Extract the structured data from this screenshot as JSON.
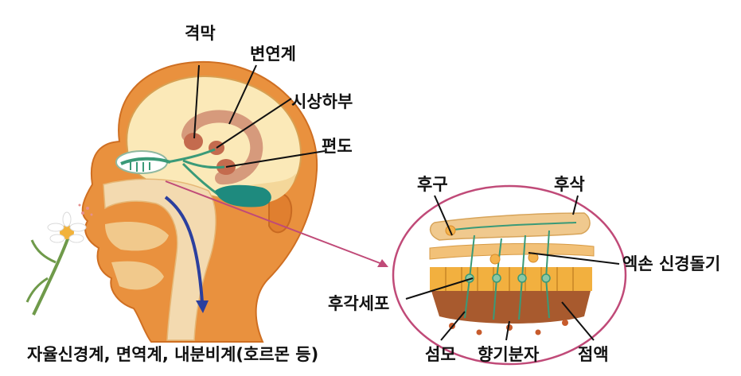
{
  "labels": {
    "diaphragm": "격막",
    "limbic_system": "변연계",
    "hypothalamus": "시상하부",
    "amygdala": "편도",
    "olfactory_bulb": "후구",
    "olfactory_tract": "후삭",
    "axon_nerve_fiber": "엑손 신경돌기",
    "olfactory_cell": "후각세포",
    "cilia": "섬모",
    "odor_molecule": "향기분자",
    "mucus": "점액",
    "caption": "자율신경계, 면역계, 내분비계(호르몬 등)"
  },
  "colors": {
    "skin": "#e9913e",
    "skin_dark": "#cf6f22",
    "brain": "#fbe9b8",
    "limbic": "#d69a7c",
    "nerve": "#3a9a78",
    "teal": "#1e8a7e",
    "arrow": "#2b3f9e",
    "ellipse": "#c04a78",
    "throat": "#f3dab0"
  },
  "icons": [
    "chamomile-flower-icon",
    "airflow-arrow-icon"
  ]
}
